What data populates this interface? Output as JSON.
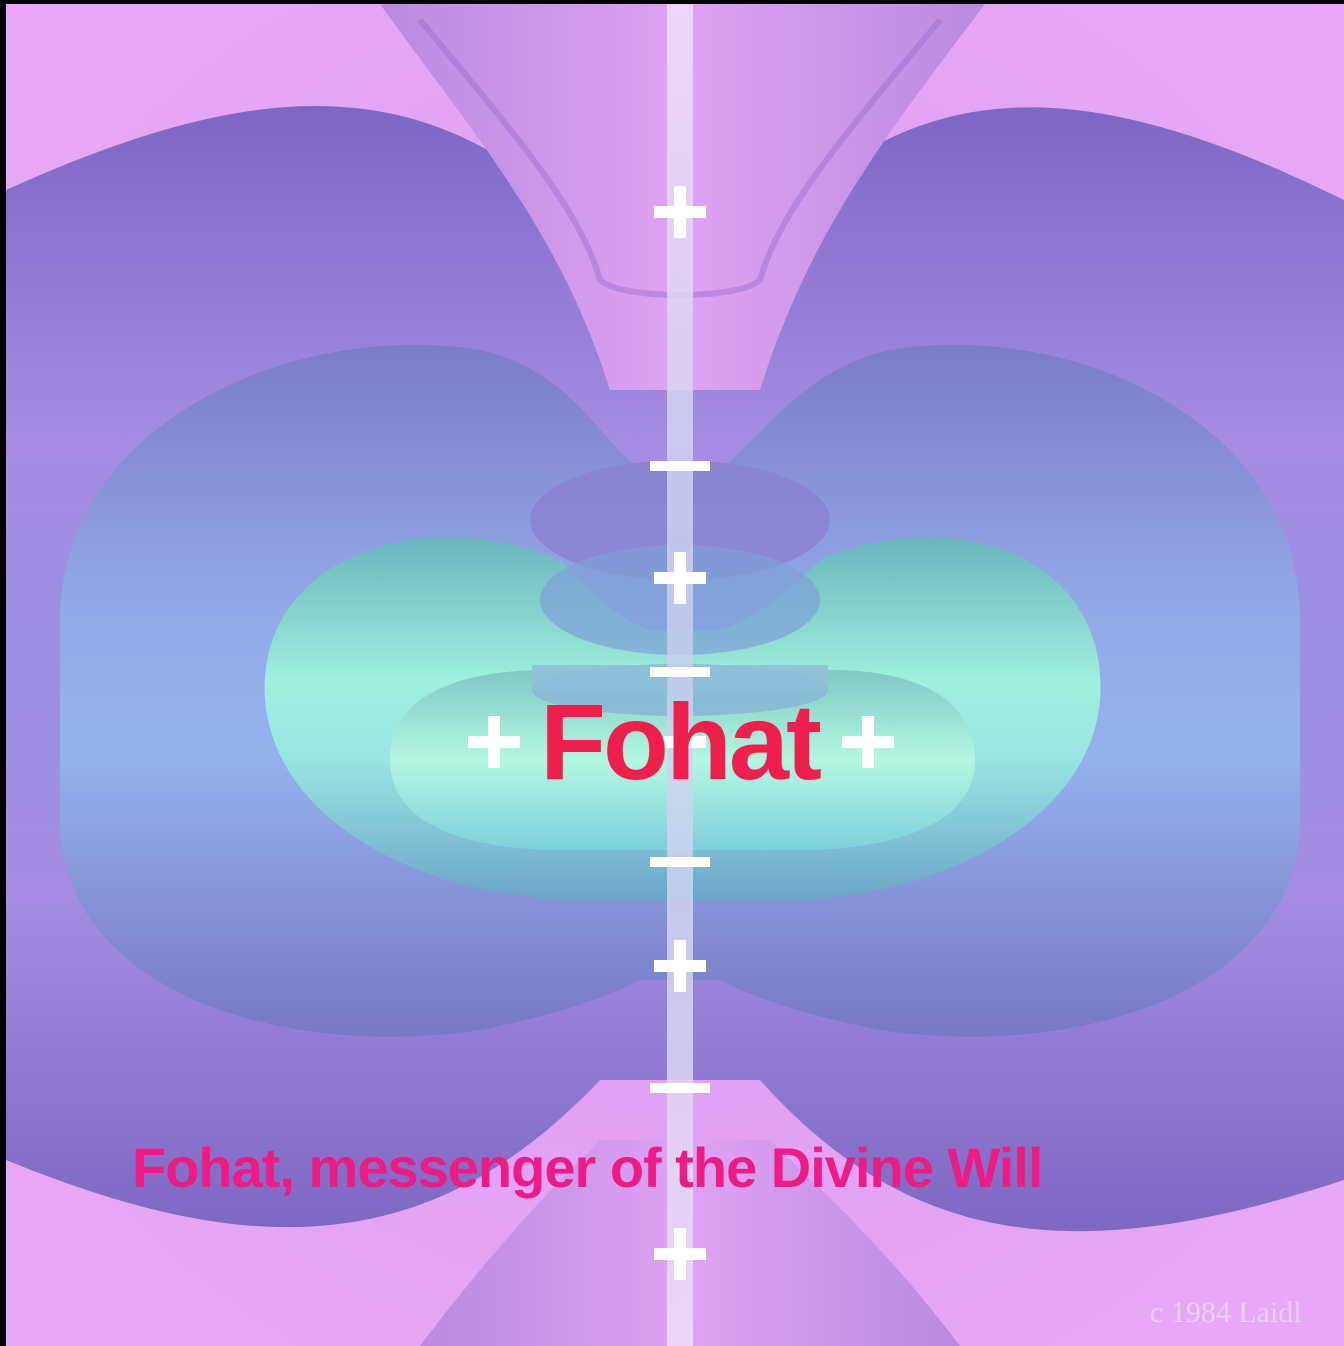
{
  "image": {
    "main_label": "Fohat",
    "caption": "Fohat, messenger of the Divine Will",
    "credit": "c 1984 Laidl",
    "axis_marks": [
      "+",
      "−",
      "+",
      "−",
      "+",
      "−",
      "+",
      "−",
      "+"
    ],
    "side_marks": [
      "+",
      "+"
    ],
    "colors": {
      "background": "#e0a2f2",
      "outer_torus": "#9f84dc",
      "middle_torus": "#8fa4e6",
      "inner_torus": "#90e0dc",
      "axis": "#e6d6f4",
      "main_label": "#ee1f4d",
      "caption": "#ee1a85"
    }
  }
}
